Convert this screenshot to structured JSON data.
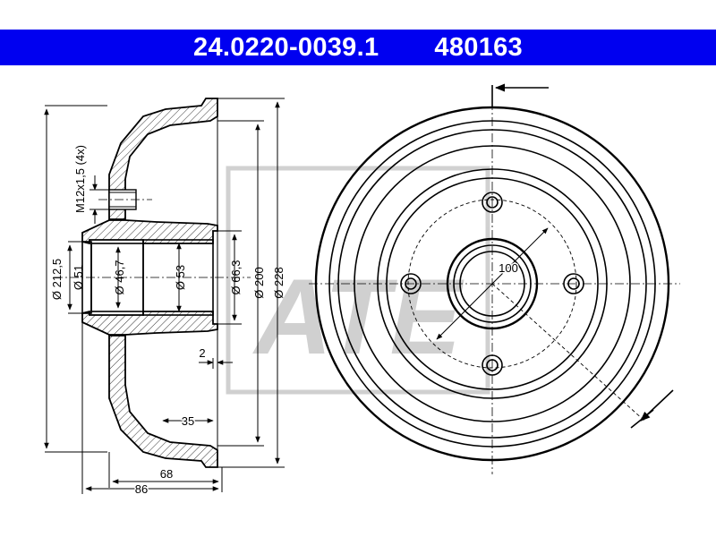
{
  "header": {
    "part_number": "24.0220-0039.1",
    "ref_number": "480163",
    "background": "#0000f0",
    "text_color": "#ffffff"
  },
  "side_view": {
    "thread_label": "M12x1,5 (4x)",
    "dia_212_5": "Ø 212,5",
    "dia_51": "Ø 51",
    "dia_46_7": "Ø 46,7",
    "dia_53": "Ø 53",
    "dia_66_3": "Ø 66,3",
    "dia_200": "Ø 200",
    "dia_228": "Ø 228",
    "dim_2": "2",
    "dim_35": "35",
    "dim_68": "68",
    "dim_86": "86"
  },
  "front_view": {
    "pcd_label": "100",
    "bolt_holes": 4
  },
  "watermark": "ATE"
}
